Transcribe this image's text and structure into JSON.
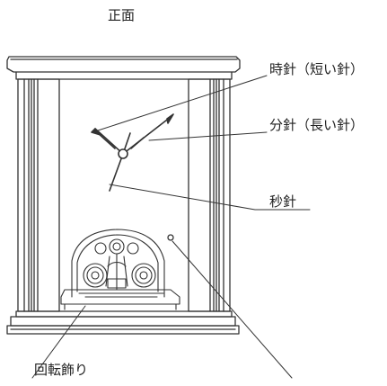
{
  "view_title": "正面",
  "callouts": {
    "hour_hand": "時針（短い針）",
    "minute_hand": "分針（長い針）",
    "second_hand": "秒針",
    "rotating_ornament": "回転飾り"
  }
}
